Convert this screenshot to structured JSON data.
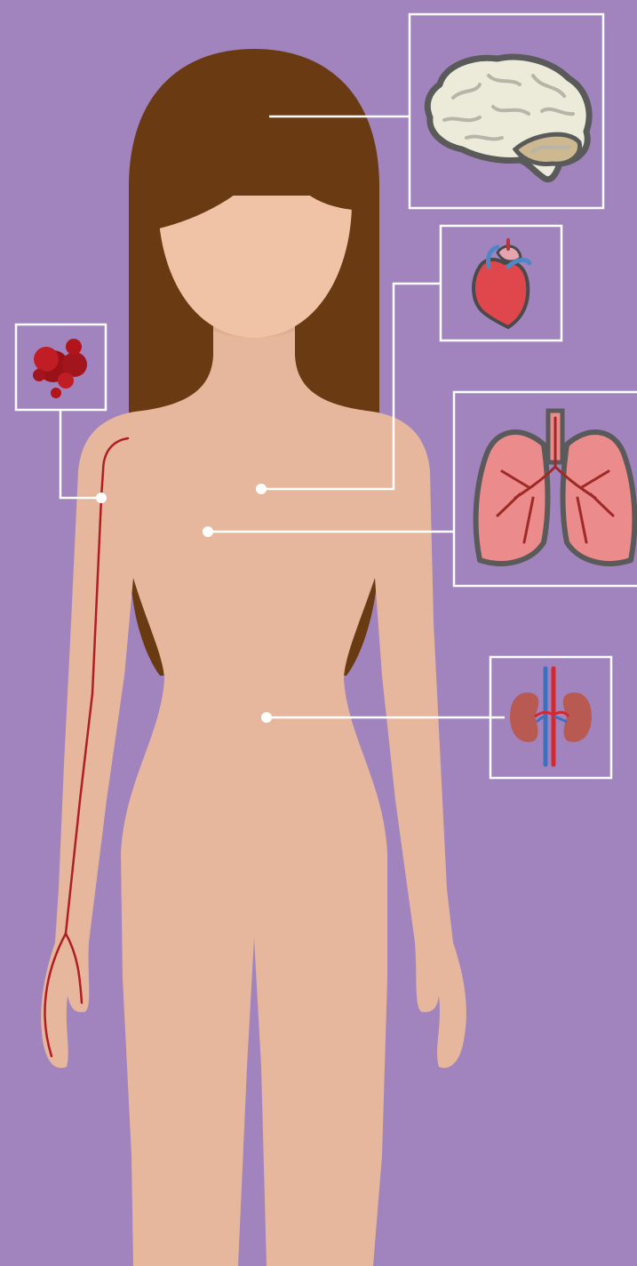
{
  "colors": {
    "background": "#a184bd",
    "hair": "#6a3b12",
    "skin": "#e6b79c",
    "face": "#f0c3a6",
    "vein": "#b01e22",
    "leader_line": "#ffffff",
    "clot": "#b3141c",
    "heart": "#e0474c",
    "lung": "#ec8b8b",
    "kidney": "#b85a52",
    "brain": "#ecead8"
  },
  "callouts": [
    {
      "organ": "brain",
      "icon": "brain-icon"
    },
    {
      "organ": "heart",
      "icon": "heart-icon"
    },
    {
      "organ": "lungs",
      "icon": "lungs-icon"
    },
    {
      "organ": "kidneys",
      "icon": "kidneys-icon"
    },
    {
      "organ": "blood clot",
      "icon": "blood-clot-icon"
    }
  ]
}
